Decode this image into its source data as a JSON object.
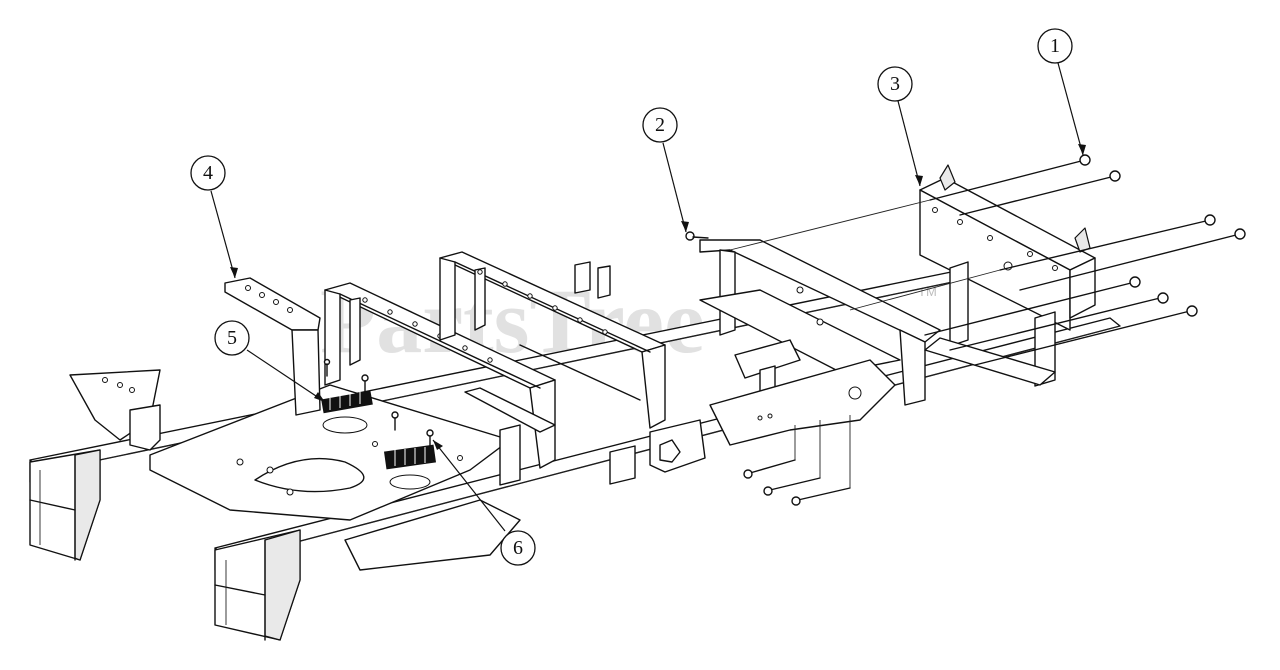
{
  "watermark": {
    "text": "PartsTree",
    "trademark": "TM"
  },
  "callouts": [
    {
      "number": "1"
    },
    {
      "number": "2"
    },
    {
      "number": "3"
    },
    {
      "number": "4"
    },
    {
      "number": "5"
    },
    {
      "number": "6"
    }
  ],
  "colors": {
    "line": "#111111",
    "background": "#ffffff",
    "watermark": "#c8c8c8"
  }
}
